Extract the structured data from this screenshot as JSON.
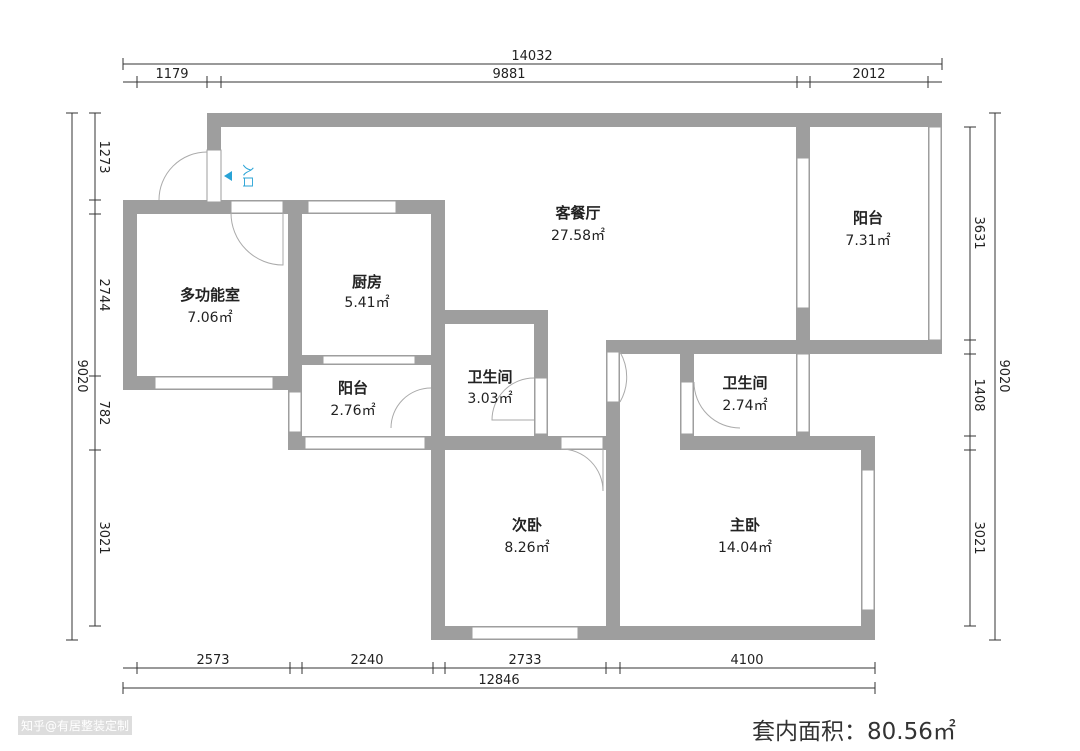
{
  "title": "套内面积：80.56㎡",
  "watermark": "知乎@有居整装定制",
  "entrance_label": "入口",
  "rooms": [
    {
      "name": "客餐厅",
      "area": "27.58㎡"
    },
    {
      "name": "阳台",
      "area": "7.31㎡"
    },
    {
      "name": "多功能室",
      "area": "7.06㎡"
    },
    {
      "name": "厨房",
      "area": "5.41㎡"
    },
    {
      "name": "阳台",
      "area": "2.76㎡"
    },
    {
      "name": "卫生间",
      "area": "3.03㎡"
    },
    {
      "name": "卫生间",
      "area": "2.74㎡"
    },
    {
      "name": "次卧",
      "area": "8.26㎡"
    },
    {
      "name": "主卧",
      "area": "14.04㎡"
    }
  ],
  "dimensions": {
    "top_total": "14032",
    "top": [
      "1179",
      "9881",
      "2012"
    ],
    "left_total": "9020",
    "left": [
      "1273",
      "2744",
      "782",
      "3021"
    ],
    "right_total": "9020",
    "right": [
      "3631",
      "1408",
      "3021"
    ],
    "bottom": [
      "2573",
      "2240",
      "2733",
      "4100"
    ],
    "bottom_total": "12846"
  },
  "colors": {
    "wall": "#9e9e9e",
    "entrance": "#29a3d6"
  }
}
